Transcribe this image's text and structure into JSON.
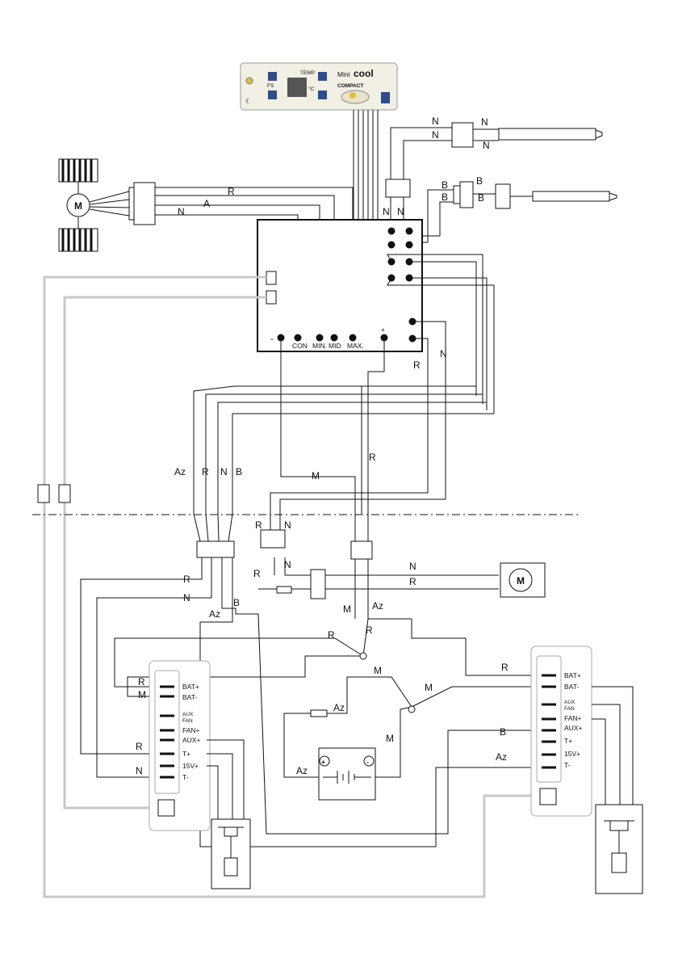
{
  "panel": {
    "brand_mini": "Mini",
    "brand_cool": "cool",
    "brand_compact": "COMPACT",
    "temp_label": "TEMP",
    "unit": "°C",
    "fs_label": "FS"
  },
  "motor_label": "M",
  "control_terminals": {
    "minus": "-",
    "con": "CON",
    "min": "MIN.",
    "mid": "MID",
    "max": "MAX.",
    "plus": "+"
  },
  "left_module_labels": [
    "BAT+",
    "BAT-",
    "AUX",
    "FAN",
    "FAN+",
    "AUX+",
    "T+",
    "15V+",
    "T-"
  ],
  "right_module_labels": [
    "BAT+",
    "BAT-",
    "AUX",
    "FAN",
    "FAN+",
    "AUX+",
    "T+",
    "15V+",
    "T-"
  ],
  "wire_codes": {
    "R": "R",
    "A": "A",
    "N": "N",
    "B": "B",
    "Az": "Az",
    "M": "M"
  }
}
